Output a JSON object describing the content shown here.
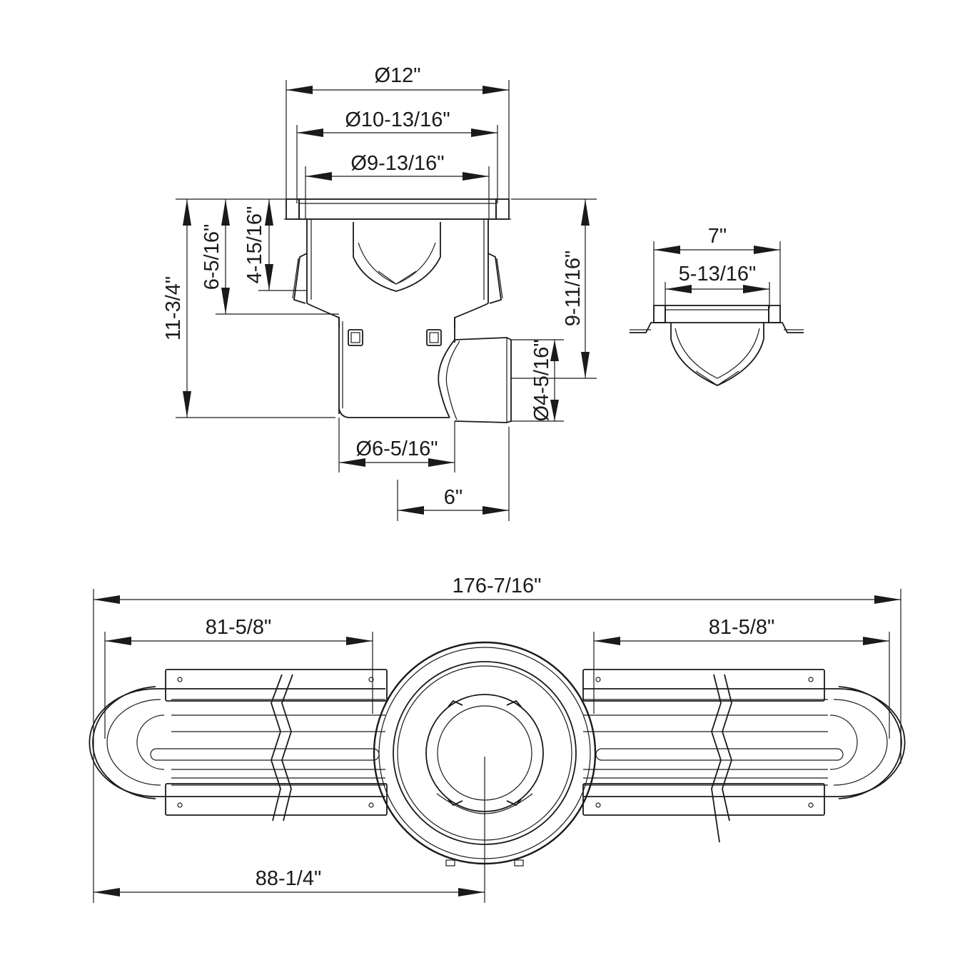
{
  "side_view": {
    "dims": {
      "dia_outer": "Ø12\"",
      "dia_mid": "Ø10-13/16\"",
      "dia_inner": "Ø9-13/16\"",
      "height_total": "11-3/4\"",
      "height_body": "6-5/16\"",
      "height_upper": "4-15/16\"",
      "height_right": "9-11/16\"",
      "outlet_dia": "Ø4-5/16\"",
      "pipe_dia": "Ø6-5/16\"",
      "offset": "6\""
    }
  },
  "section_view": {
    "dims": {
      "width_outer": "7\"",
      "width_inner": "5-13/16\""
    }
  },
  "top_view": {
    "dims": {
      "total_length": "176-7/16\"",
      "left_channel": "81-5/8\"",
      "right_channel": "81-5/8\"",
      "to_center": "88-1/4\""
    }
  }
}
